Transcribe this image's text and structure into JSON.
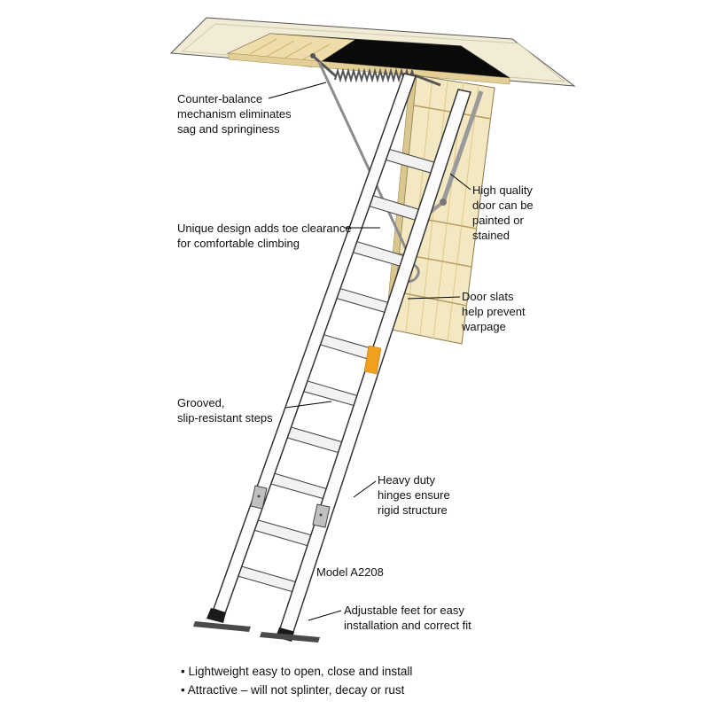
{
  "product": {
    "model_label": "Model A2208"
  },
  "callouts": {
    "counter_balance": "Counter-balance\nmechanism eliminates\nsag and springiness",
    "toe_clearance": "Unique design adds toe clearance\nfor comfortable climbing",
    "door_quality": "High quality\ndoor can be\npainted or\nstained",
    "door_slats": "Door slats\nhelp prevent\nwarpage",
    "steps": "Grooved,\nslip-resistant steps",
    "hinges": "Heavy duty\nhinges ensure\nrigid structure",
    "feet": "Adjustable feet for easy\ninstallation and correct fit"
  },
  "bullets": [
    "Lightweight easy to open, close and install",
    "Attractive – will not splinter, decay or rust"
  ],
  "colors": {
    "ceiling": "#f2ecd7",
    "wood": "#eeddab",
    "frame_strip": "#e4d097",
    "door": "#f3e8c2",
    "aluminum": "#fcfcfc",
    "warning": "#f0a01e",
    "hole": "#0a0a0a"
  }
}
